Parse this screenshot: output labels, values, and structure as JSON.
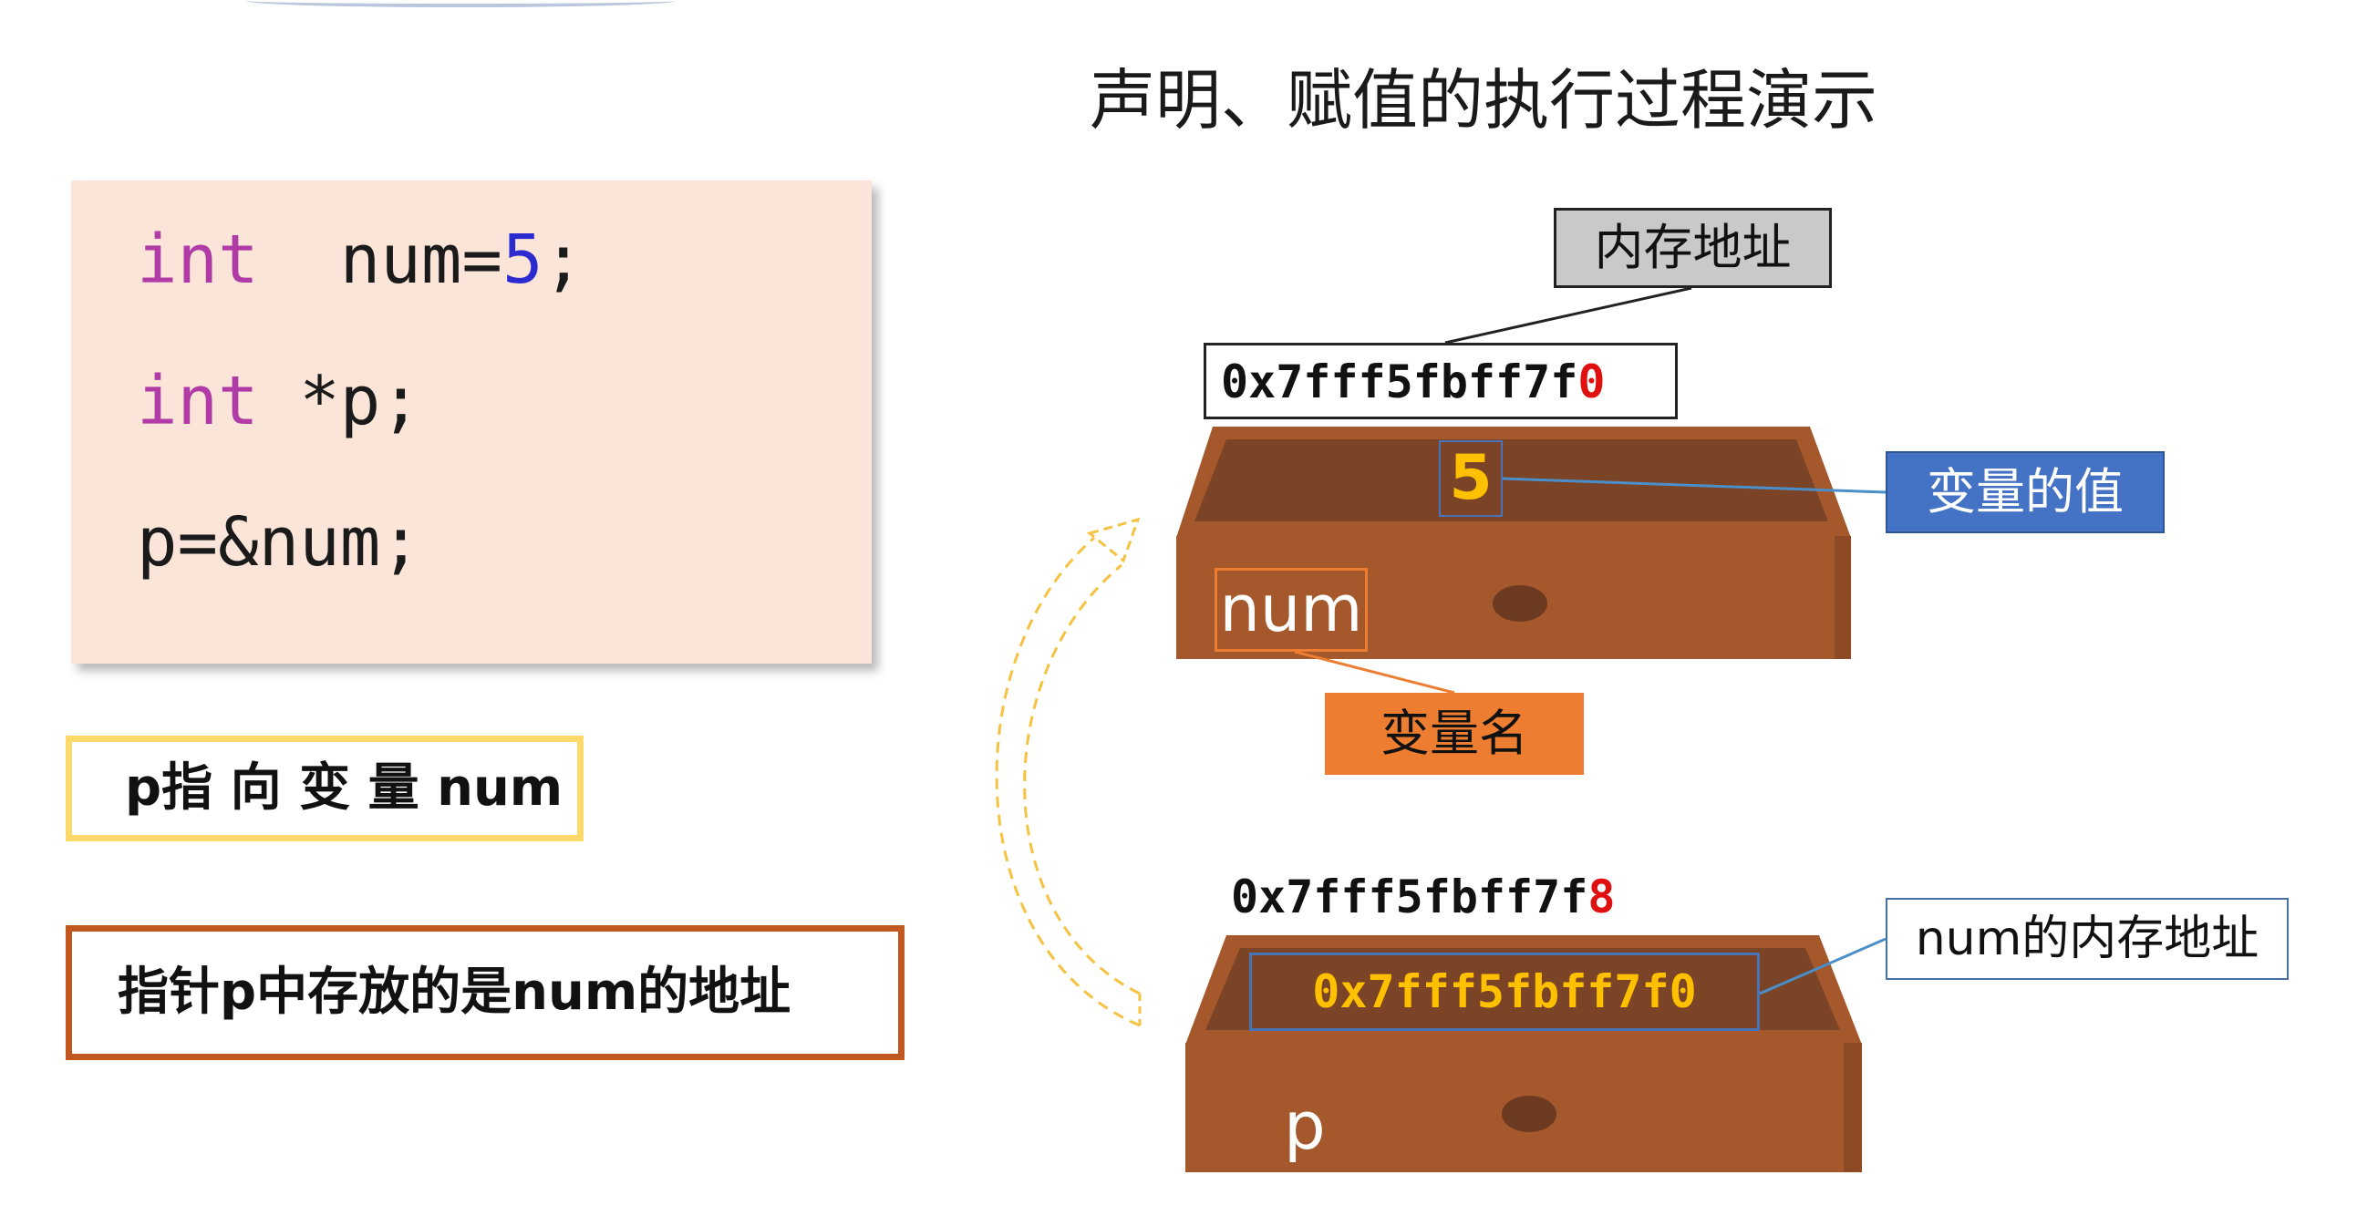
{
  "title": "声明、赋值的执行过程演示",
  "code": {
    "line1": {
      "keyword": "int",
      "name": "  num=",
      "value": "5",
      "end": ";"
    },
    "line2": {
      "keyword": "int",
      "rest": " *p;"
    },
    "line3": {
      "text": "p=&num;"
    }
  },
  "notes": {
    "note1": "p指 向 变 量 num",
    "note2": "指针p中存放的是num的地址"
  },
  "drawer_num": {
    "label_memory_address": "内存地址",
    "address_prefix": "0x7fff5fbff7f",
    "address_last": "0",
    "value": "5",
    "label_value": "变量的值",
    "name": "num",
    "label_name": "变量名"
  },
  "drawer_p": {
    "address_prefix": "0x7fff5fbff7f",
    "address_last": "8",
    "stored_value": "0x7fff5fbff7f0",
    "name": "p",
    "label_stored": "num的内存地址"
  },
  "colors": {
    "code_bg": "#fbe5d9",
    "keyword": "#b03aa6",
    "number": "#2b2bd0",
    "drawer_body": "#a0522d",
    "drawer_inside": "#7a4325",
    "value_yellow": "#ffc000",
    "highlight_red": "#e01010",
    "note1_border": "#fcd96a",
    "note2_border": "#c0581f",
    "blue_label": "#4472c4",
    "orange_label": "#ed7d31"
  }
}
